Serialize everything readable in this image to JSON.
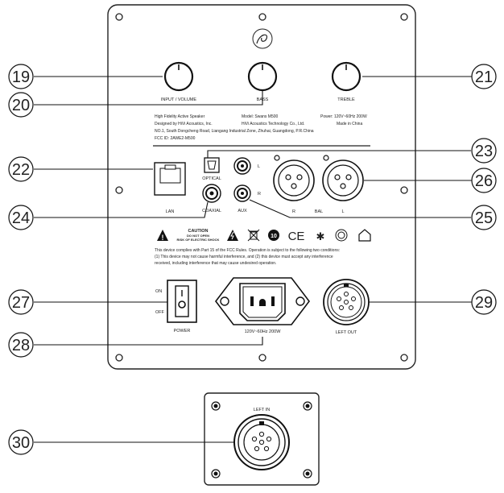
{
  "callouts": [
    "19",
    "20",
    "21",
    "22",
    "23",
    "24",
    "25",
    "26",
    "27",
    "28",
    "29",
    "30"
  ],
  "knobs": {
    "input_volume": "INPUT / VOLUME",
    "bass": "BASS",
    "treble": "TREBLE"
  },
  "info": {
    "product": "High Fidelity Active Speaker",
    "model": "Model: Swans M500",
    "power": "Power: 120V~60Hz  200W",
    "designer": "Designed by HiVi Acoustics, Inc.",
    "maker": "HiVi Acoustics Technology Co., Ltd.",
    "origin": "Made in China",
    "address": "NO.1, South Dongcheng Road, Liangang Industrial Zone, Zhuhai, Guangdong, P.R.China",
    "fcc_id": "FCC ID: 2AWE2-M500"
  },
  "ports": {
    "lan": "LAN",
    "optical": "OPTICAL",
    "coaxial": "COAXIAL",
    "aux": "AUX",
    "aux_l": "L",
    "aux_r": "R",
    "xlr_r": "R",
    "bal": "BAL",
    "xlr_l": "L"
  },
  "caution": {
    "title": "CAUTION",
    "line1": "DO NOT OPEN",
    "line2": "RISK OF ELECTRIC SHOCK"
  },
  "fcc_text": [
    "This device complies with Part 15 of the FCC Rules. Operation is subject to the following two conditions:",
    "(1) This device may not cause harmful interference, and          (2) this device must accept any interference",
    "received, including interference that may cause undesired operation."
  ],
  "switch": {
    "on": "ON",
    "off": "OFF",
    "label": "POWER"
  },
  "ac_rating": "120V~60Hz 200W",
  "left_out": "LEFT OUT",
  "left_in": "LEFT IN",
  "marks": {
    "ce": "CE",
    "rohs": "10"
  }
}
